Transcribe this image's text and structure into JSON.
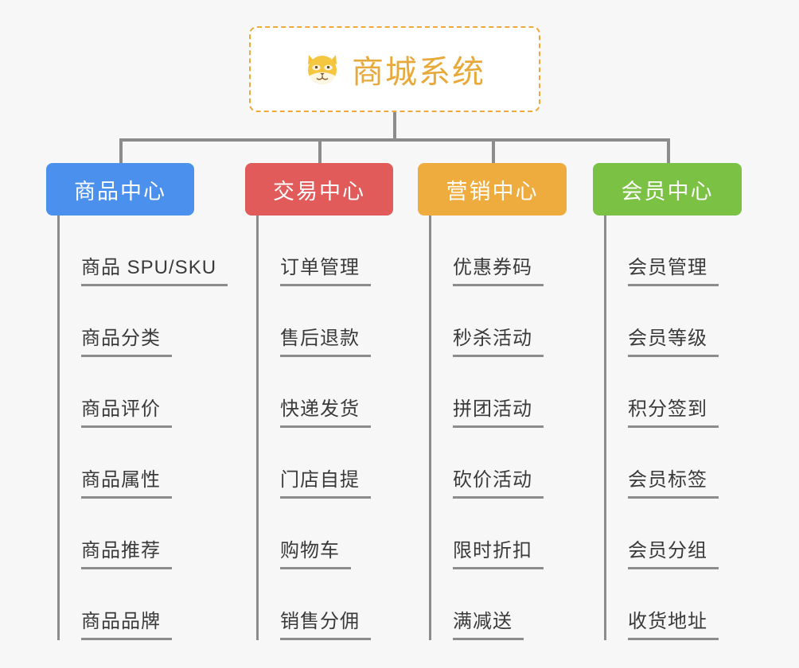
{
  "page": {
    "background_color": "#f7f7f7",
    "line_color": "#8c8c8c"
  },
  "root": {
    "title": "商城系统",
    "icon": "dog-face-icon",
    "title_color": "#e7a93a",
    "border_color": "#eda93c",
    "background_color": "#ffffff"
  },
  "branches": [
    {
      "label": "商品中心",
      "color": "#4a90ec",
      "items": [
        "商品 SPU/SKU",
        "商品分类",
        "商品评价",
        "商品属性",
        "商品推荐",
        "商品品牌"
      ]
    },
    {
      "label": "交易中心",
      "color": "#e15b5b",
      "items": [
        "订单管理",
        "售后退款",
        "快递发货",
        "门店自提",
        "购物车",
        "销售分佣"
      ]
    },
    {
      "label": "营销中心",
      "color": "#eeac3e",
      "items": [
        "优惠券码",
        "秒杀活动",
        "拼团活动",
        "砍价活动",
        "限时折扣",
        "满减送"
      ]
    },
    {
      "label": "会员中心",
      "color": "#7bc143",
      "items": [
        "会员管理",
        "会员等级",
        "积分签到",
        "会员标签",
        "会员分组",
        "收货地址"
      ]
    }
  ]
}
